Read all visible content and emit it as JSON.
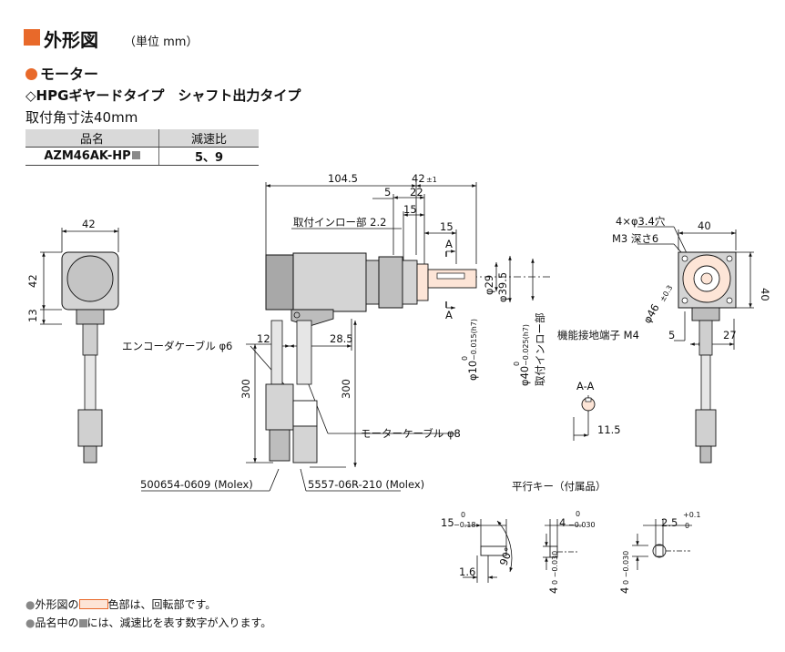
{
  "title": {
    "text": "外形図",
    "unit": "（単位 mm）"
  },
  "section": {
    "motor_label": "モーター",
    "type_line": "◇HPGギヤードタイプ　シャフト出力タイプ",
    "size_line": "取付角寸法40mm"
  },
  "spec_table": {
    "headers": [
      "品名",
      "減速比"
    ],
    "rows": [
      {
        "model": "AZM46AK-HP",
        "ratio": "5、9"
      }
    ]
  },
  "labels": {
    "d_104_5": "104.5",
    "d_42": "42",
    "d_42_tol": "±1",
    "d_5": "5",
    "d_22": "22",
    "d_15a": "15",
    "d_15b": "15",
    "mount_spigot": "取付インロー部 2.2",
    "sect_a_top": "A",
    "sect_a_bottom": "A",
    "d_phi29": "φ29",
    "d_phi39_5": "φ39.5",
    "d_phi10": "φ10",
    "d_phi10_tol_up": "0",
    "d_phi10_tol_low": "−0.015(h7)",
    "d_phi40": "φ40",
    "d_phi40_tol_up": "0",
    "d_phi40_tol_low": "−0.025(h7)",
    "spigot_vertical": "取付インロー部",
    "d_12": "12",
    "d_28_5": "28.5",
    "encoder_cable": "エンコーダケーブル φ6",
    "d_300a": "300",
    "d_300b": "300",
    "motor_cable": "モーターケーブル φ8",
    "connector_a": "500654-0609 (Molex)",
    "connector_b": "5557-06R-210 (Molex)",
    "left_42_top": "42",
    "left_42_side": "42",
    "left_13": "13",
    "front_holes": "4×φ3.4穴",
    "front_m3": "M3 深さ6",
    "front_40_top": "40",
    "front_40_side": "40",
    "front_phi46": "φ46",
    "front_phi46_tol": "±0.3",
    "ground_terminal": "機能接地端子 M4",
    "front_5": "5",
    "front_27": "27",
    "section_aa": "A-A",
    "d_11_5": "11.5",
    "key_title": "平行キー（付属品）",
    "key_15": "15",
    "key_15_tol_up": "0",
    "key_15_tol_low": "−0.18",
    "key_90": "90°",
    "key_1_6": "1.6",
    "key_4a": "4",
    "key_4a_tol_up": "0",
    "key_4a_tol_low": "−0.030",
    "key_4b": "4",
    "key_4b_tol": "0 −0.030",
    "key_4c": "4",
    "key_4c_tol": "0 −0.030",
    "key_2_5": "2.5",
    "key_2_5_tol_up": "+0.1",
    "key_2_5_tol_low": "0"
  },
  "notes": {
    "note1_prefix": "外形図の",
    "note1_suffix": "色部は、回転部です。",
    "note2_prefix": "品名中の",
    "note2_suffix": "には、減速比を表す数字が入ります。"
  },
  "colors": {
    "accent": "#e8692a",
    "rotating": "#fde5d7",
    "body": "#d4d4d4",
    "body_dark": "#a8a8a8"
  }
}
